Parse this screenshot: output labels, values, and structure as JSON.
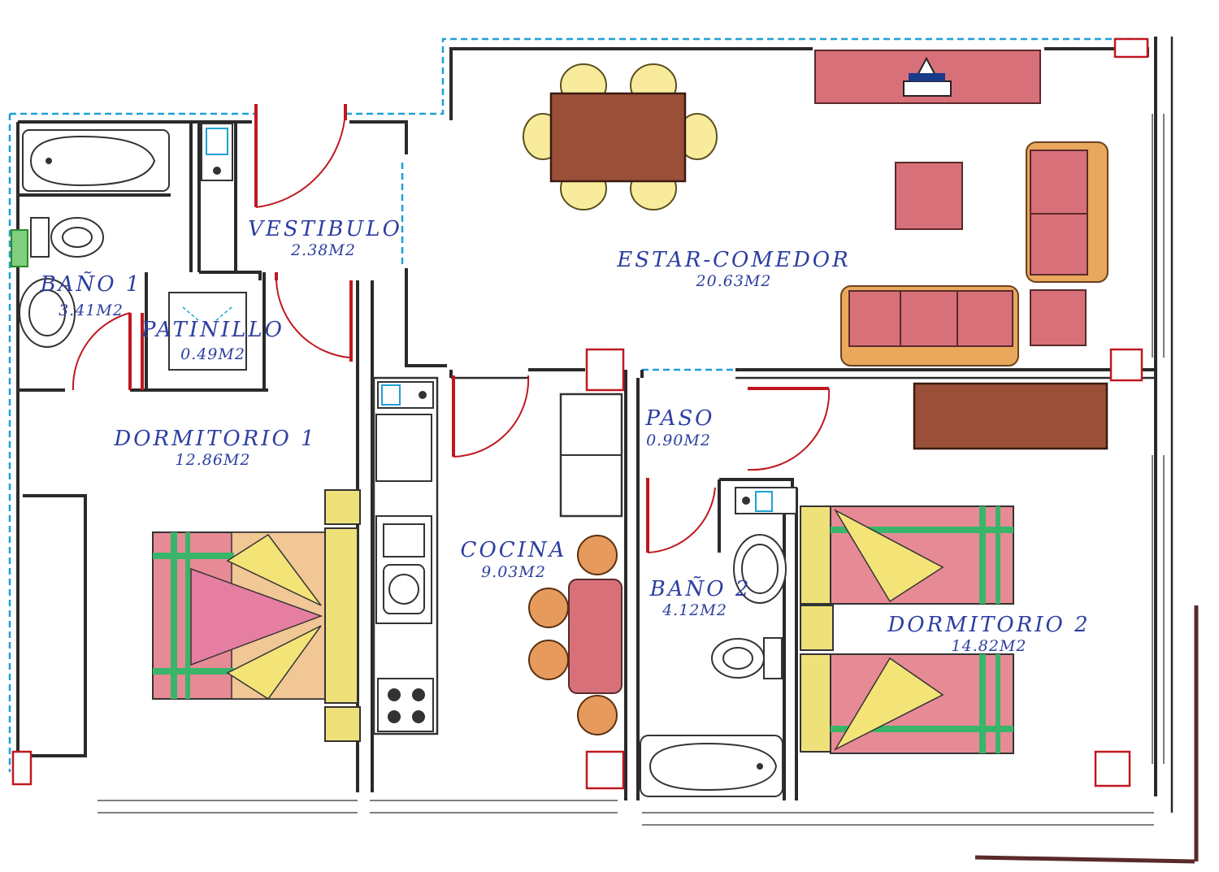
{
  "rooms": {
    "vestibulo": {
      "name": "VESTIBULO",
      "area": "2.38M2"
    },
    "estar_comedor": {
      "name": "ESTAR-COMEDOR",
      "area": "20.63M2"
    },
    "bano_1": {
      "name": "BAÑO 1",
      "area": "3.41M2"
    },
    "patinillo": {
      "name": "PATINILLO",
      "area": "0.49M2"
    },
    "dormitorio_1": {
      "name": "DORMITORIO 1",
      "area": "12.86M2"
    },
    "paso": {
      "name": "PASO",
      "area": "0.90M2"
    },
    "cocina": {
      "name": "COCINA",
      "area": "9.03M2"
    },
    "bano_2": {
      "name": "BAÑO 2",
      "area": "4.12M2"
    },
    "dormitorio_2": {
      "name": "DORMITORIO 2",
      "area": "14.82M2"
    }
  },
  "colors": {
    "label_text": "#2c3ea0",
    "door": "#c01820",
    "facade_dashed": "#1fa0d6",
    "furniture_red": "#d8707a",
    "furniture_brown": "#9a5038",
    "bed_green_stripe": "#39b56a",
    "chair_yellow": "#f8ec9c",
    "stool_orange": "#e69a5c"
  }
}
